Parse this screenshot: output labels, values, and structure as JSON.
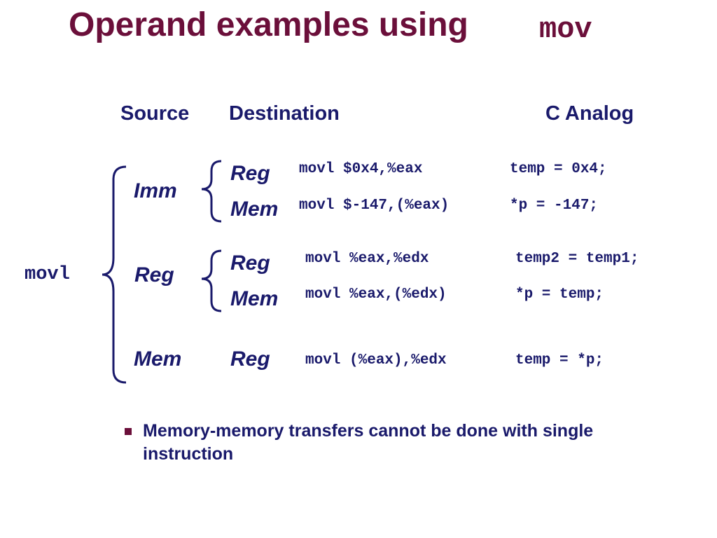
{
  "title": {
    "text": "Operand examples using",
    "code": "mov"
  },
  "headers": {
    "source": "Source",
    "destination": "Destination",
    "c_analog": "C Analog"
  },
  "instruction": "movl",
  "sources": [
    {
      "label": "Imm",
      "destinations": [
        {
          "label": "Reg",
          "asm": "movl $0x4,%eax",
          "c": "temp = 0x4;"
        },
        {
          "label": "Mem",
          "asm": "movl $-147,(%eax)",
          "c": "*p = -147;"
        }
      ]
    },
    {
      "label": "Reg",
      "destinations": [
        {
          "label": "Reg",
          "asm": "movl %eax,%edx",
          "c": "temp2 = temp1;"
        },
        {
          "label": "Mem",
          "asm": "movl %eax,(%edx)",
          "c": "*p = temp;"
        }
      ]
    },
    {
      "label": "Mem",
      "destinations": [
        {
          "label": "Reg",
          "asm": "movl (%eax),%edx",
          "c": "temp = *p;"
        }
      ]
    }
  ],
  "bullet": "Memory-memory transfers cannot be done with single instruction",
  "colors": {
    "title": "#6b0f3a",
    "body": "#1a1a6b",
    "bullet": "#6b0f3a"
  }
}
